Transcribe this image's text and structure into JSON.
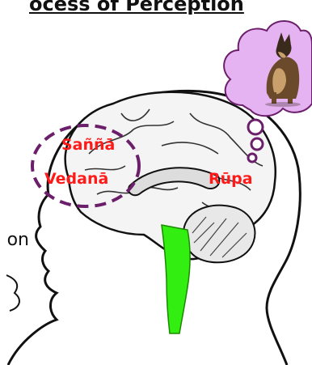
{
  "title": "ocess of Perception",
  "cut_label": "on",
  "labels": {
    "sanna": "Saññā",
    "vedana": "Vedanā",
    "rupa": "Rūpa"
  },
  "colors": {
    "label": "#ff1a1a",
    "dashed_circle": "#6b1f6b",
    "thought_cloud": "#e6b3f2",
    "brainstem": "#33ee11"
  },
  "icons": {
    "thought_image": "dog-icon"
  }
}
